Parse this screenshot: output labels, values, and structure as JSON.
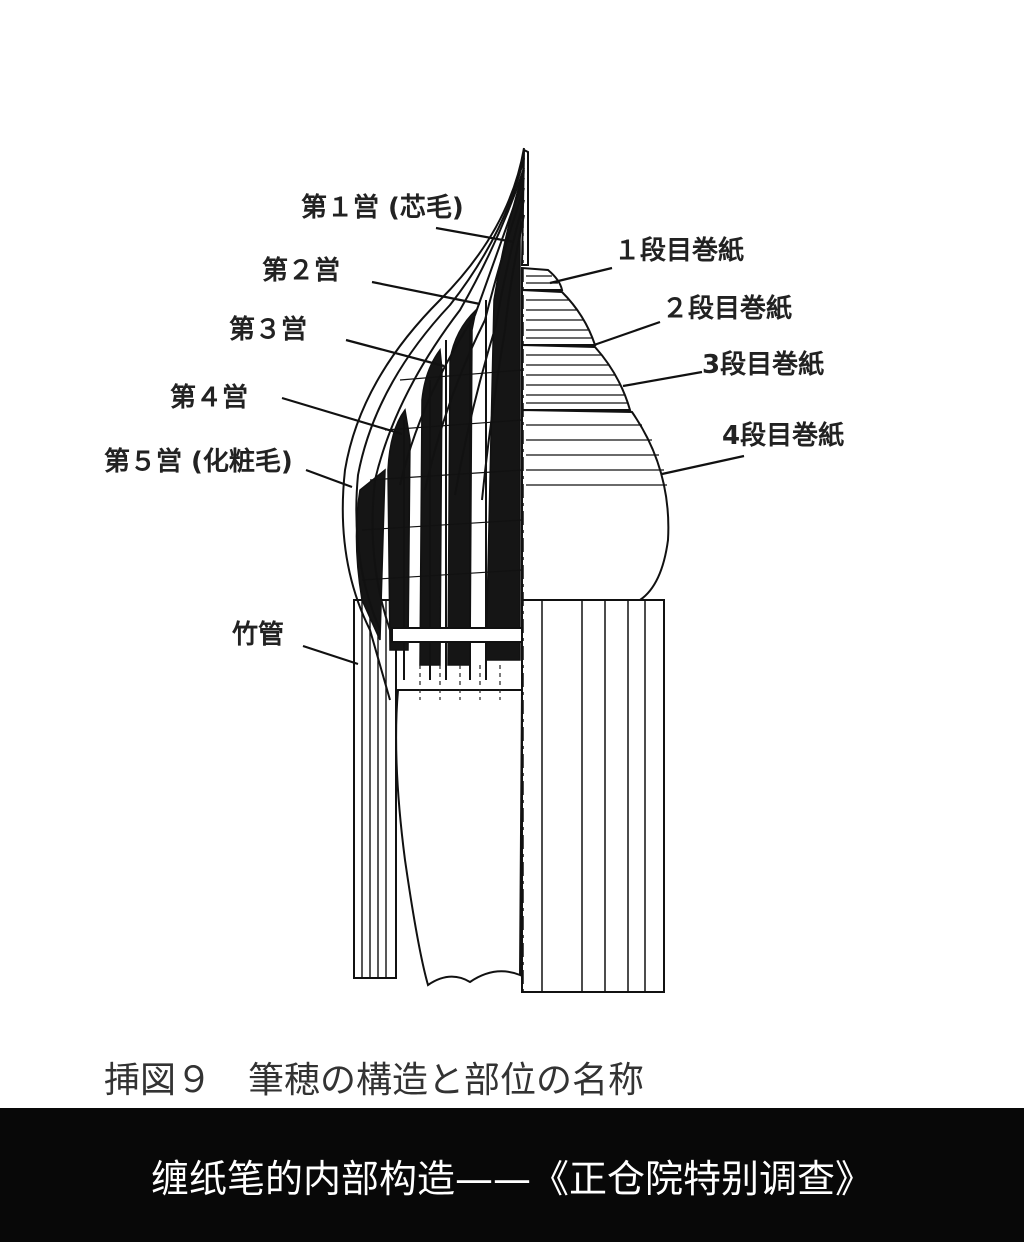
{
  "labels": {
    "layer1": "第１営 (芯毛)",
    "layer2": "第２営",
    "layer3": "第３営",
    "layer4": "第４営",
    "layer5": "第５営 (化粧毛)",
    "tube": "竹管",
    "wrap1": "１段目巻紙",
    "wrap2": "２段目巻紙",
    "wrap3": "3段目巻紙",
    "wrap4": "4段目巻紙"
  },
  "caption": "挿図９　筆穂の構造と部位の名称",
  "subtitle": "缠纸笔的内部构造——《正仓院特别调查》",
  "colors": {
    "ink": "#111111",
    "background": "#ffffff",
    "subtitle_bar": "#080808",
    "subtitle_text": "#ffffff"
  }
}
